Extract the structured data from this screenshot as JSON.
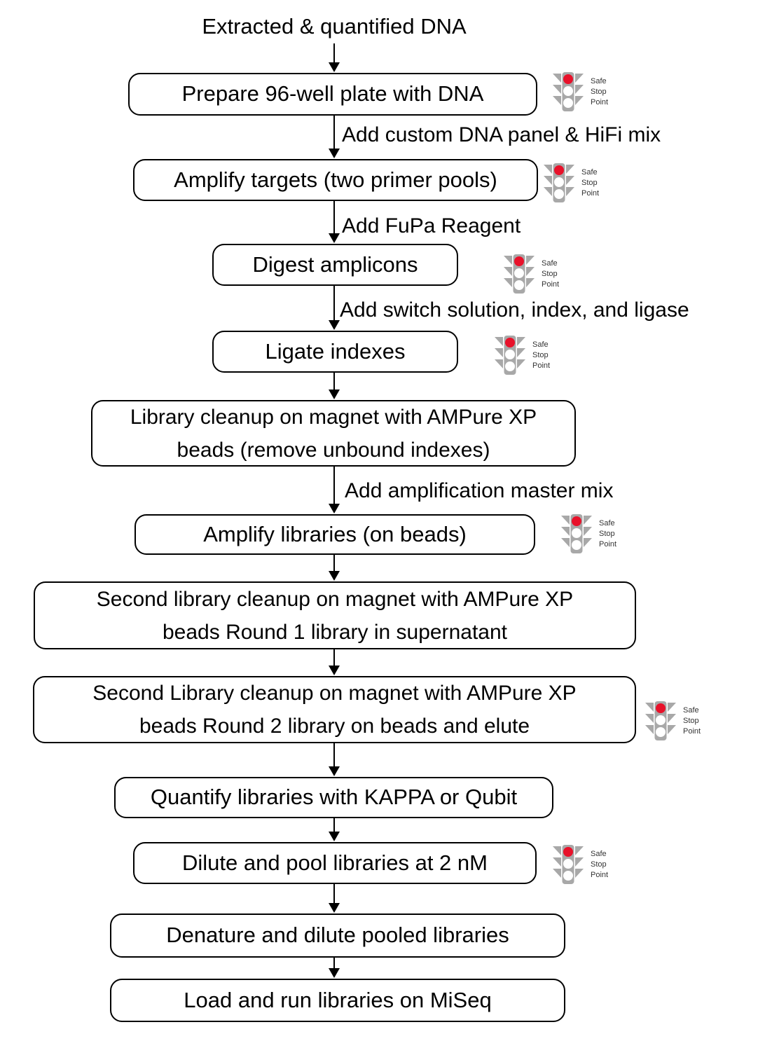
{
  "diagram": {
    "title": "Extracted & quantified DNA",
    "steps": [
      {
        "label": "Prepare 96-well plate with DNA"
      },
      {
        "label": "Amplify targets (two primer pools)"
      },
      {
        "label": "Digest amplicons"
      },
      {
        "label": "Ligate indexes"
      },
      {
        "label": "Library cleanup on magnet with AMPure XP beads (remove unbound indexes)"
      },
      {
        "label": "Amplify libraries (on beads)"
      },
      {
        "label": "Second library cleanup on magnet with AMPure XP beads Round 1 library in supernatant"
      },
      {
        "label": "Second Library cleanup on magnet with AMPure XP beads Round 2 library on beads and elute"
      },
      {
        "label": "Quantify libraries with KAPPA or Qubit"
      },
      {
        "label": "Dilute and pool libraries at 2 nM"
      },
      {
        "label": "Denature and dilute pooled libraries"
      },
      {
        "label": "Load and run libraries on MiSeq"
      }
    ],
    "edge_labels": [
      "Add custom DNA panel & HiFi mix",
      "Add FuPa Reagent",
      "Add switch solution, index, and ligase",
      "Add amplification master mix"
    ],
    "safe_stop_icon": {
      "lines": [
        "Safe",
        "Stop",
        "Point"
      ],
      "light_color": "#e8112a",
      "body_color": "#a8a8a8"
    }
  }
}
